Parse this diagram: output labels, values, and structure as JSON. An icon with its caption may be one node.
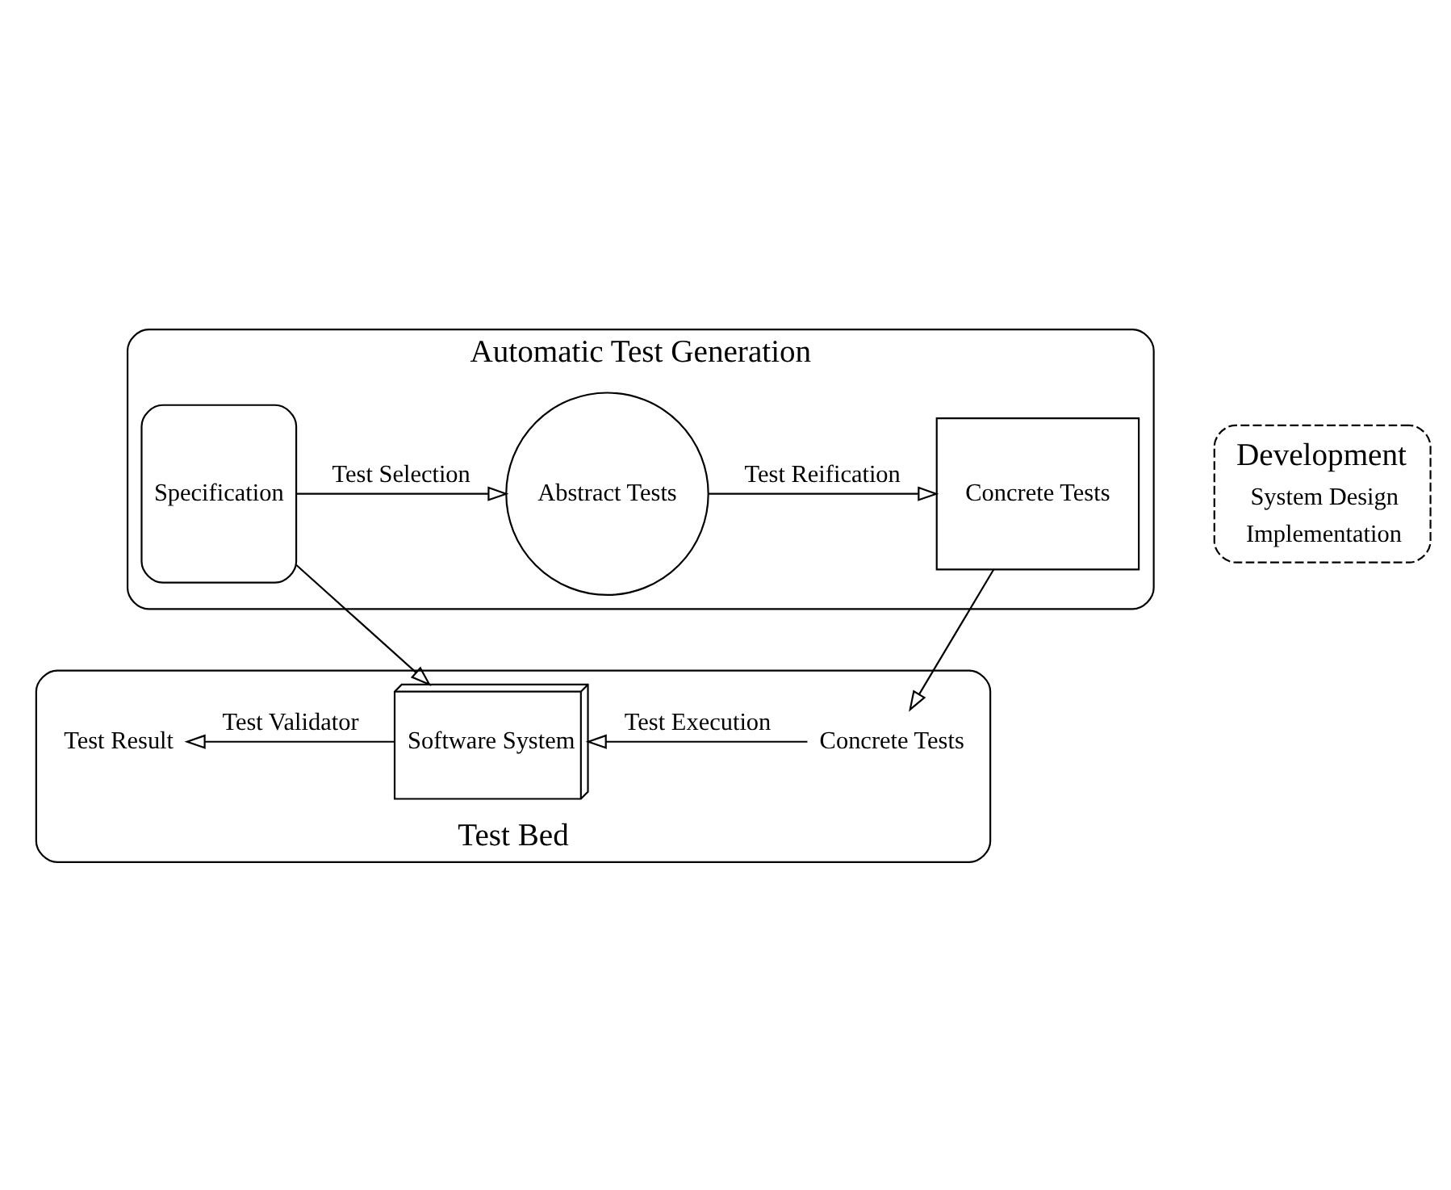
{
  "diagram": {
    "nodes": [
      {
        "text": [
          "Automatic Test Generation"
        ]
      },
      {
        "text": [
          "Specification"
        ],
        "in": 0
      },
      {
        "text": [
          "Abstract Tests"
        ],
        "in": 0
      },
      {
        "text": [
          "Concrete Tests"
        ],
        "in": 0
      },
      {
        "text": [
          "Development",
          "System Design",
          "Implementation"
        ]
      },
      {
        "text": [
          "Test Bed"
        ]
      },
      {
        "text": [
          "Test Result"
        ],
        "in": 5
      },
      {
        "text": [
          "Software System"
        ],
        "in": 5
      },
      {
        "text": [
          "Concrete Tests"
        ],
        "in": 5
      }
    ],
    "edges": [
      {
        "from": 1,
        "to": 2,
        "arrow": "to",
        "label": "Test Selection"
      },
      {
        "from": 2,
        "to": 3,
        "arrow": "to",
        "label": "Test Reification"
      },
      {
        "from": 1,
        "to": 7,
        "arrow": "to"
      },
      {
        "from": 3,
        "to": 8,
        "arrow": "to"
      },
      {
        "from": 8,
        "to": 7,
        "arrow": "to",
        "label": "Test Execution"
      },
      {
        "from": 7,
        "to": 6,
        "arrow": "to",
        "label": "Test Validator"
      }
    ]
  }
}
